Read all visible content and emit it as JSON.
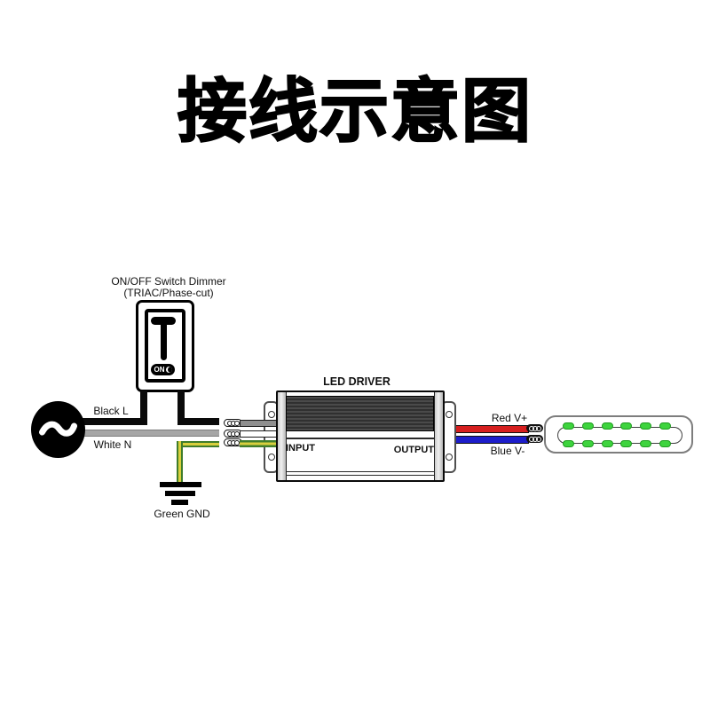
{
  "title": {
    "text": "接线示意图"
  },
  "dimmer": {
    "label_line1": "ON/OFF Switch Dimmer",
    "label_line2": "(TRIAC/Phase-cut)",
    "on_label": "ON"
  },
  "wire_labels": {
    "live": "Black L",
    "neutral": "White N",
    "ground": "Green GND",
    "positive": "Red V+",
    "negative": "Blue V-"
  },
  "driver": {
    "title": "LED DRIVER",
    "input_label": "INPUT",
    "output_label": "OUTPUT"
  },
  "led_module": {
    "rows": 2,
    "leds_per_row": 6
  },
  "colors": {
    "live_wire": "#0a0a0a",
    "neutral_wire": "#a6a6a6",
    "ground_wire_green": "#3f7d2b",
    "ground_wire_yellow": "#d9cf3d",
    "positive_wire": "#d61f1f",
    "negative_wire": "#1d1dcb",
    "driver_fins": "#3c3c3c",
    "led_fill": "#3ed43e",
    "led_border": "#1f9c1f"
  }
}
